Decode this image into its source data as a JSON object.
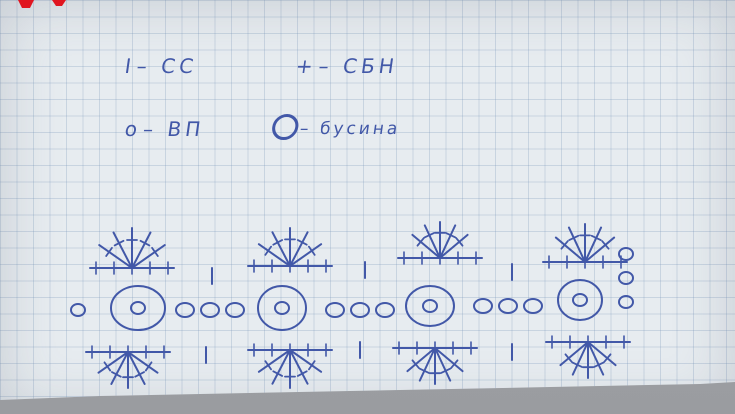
{
  "legend": {
    "dc": {
      "symbol": "I",
      "text": "– CC"
    },
    "sc": {
      "symbol": "+",
      "text": "– СБН"
    },
    "ch": {
      "symbol": "o",
      "text": "– ВП"
    },
    "bead": {
      "text": "– бусина"
    }
  },
  "colors": {
    "ink": "#4258a8",
    "paper": "#e7ecf0",
    "grid": "#7896b9",
    "mark": "#e01620"
  }
}
